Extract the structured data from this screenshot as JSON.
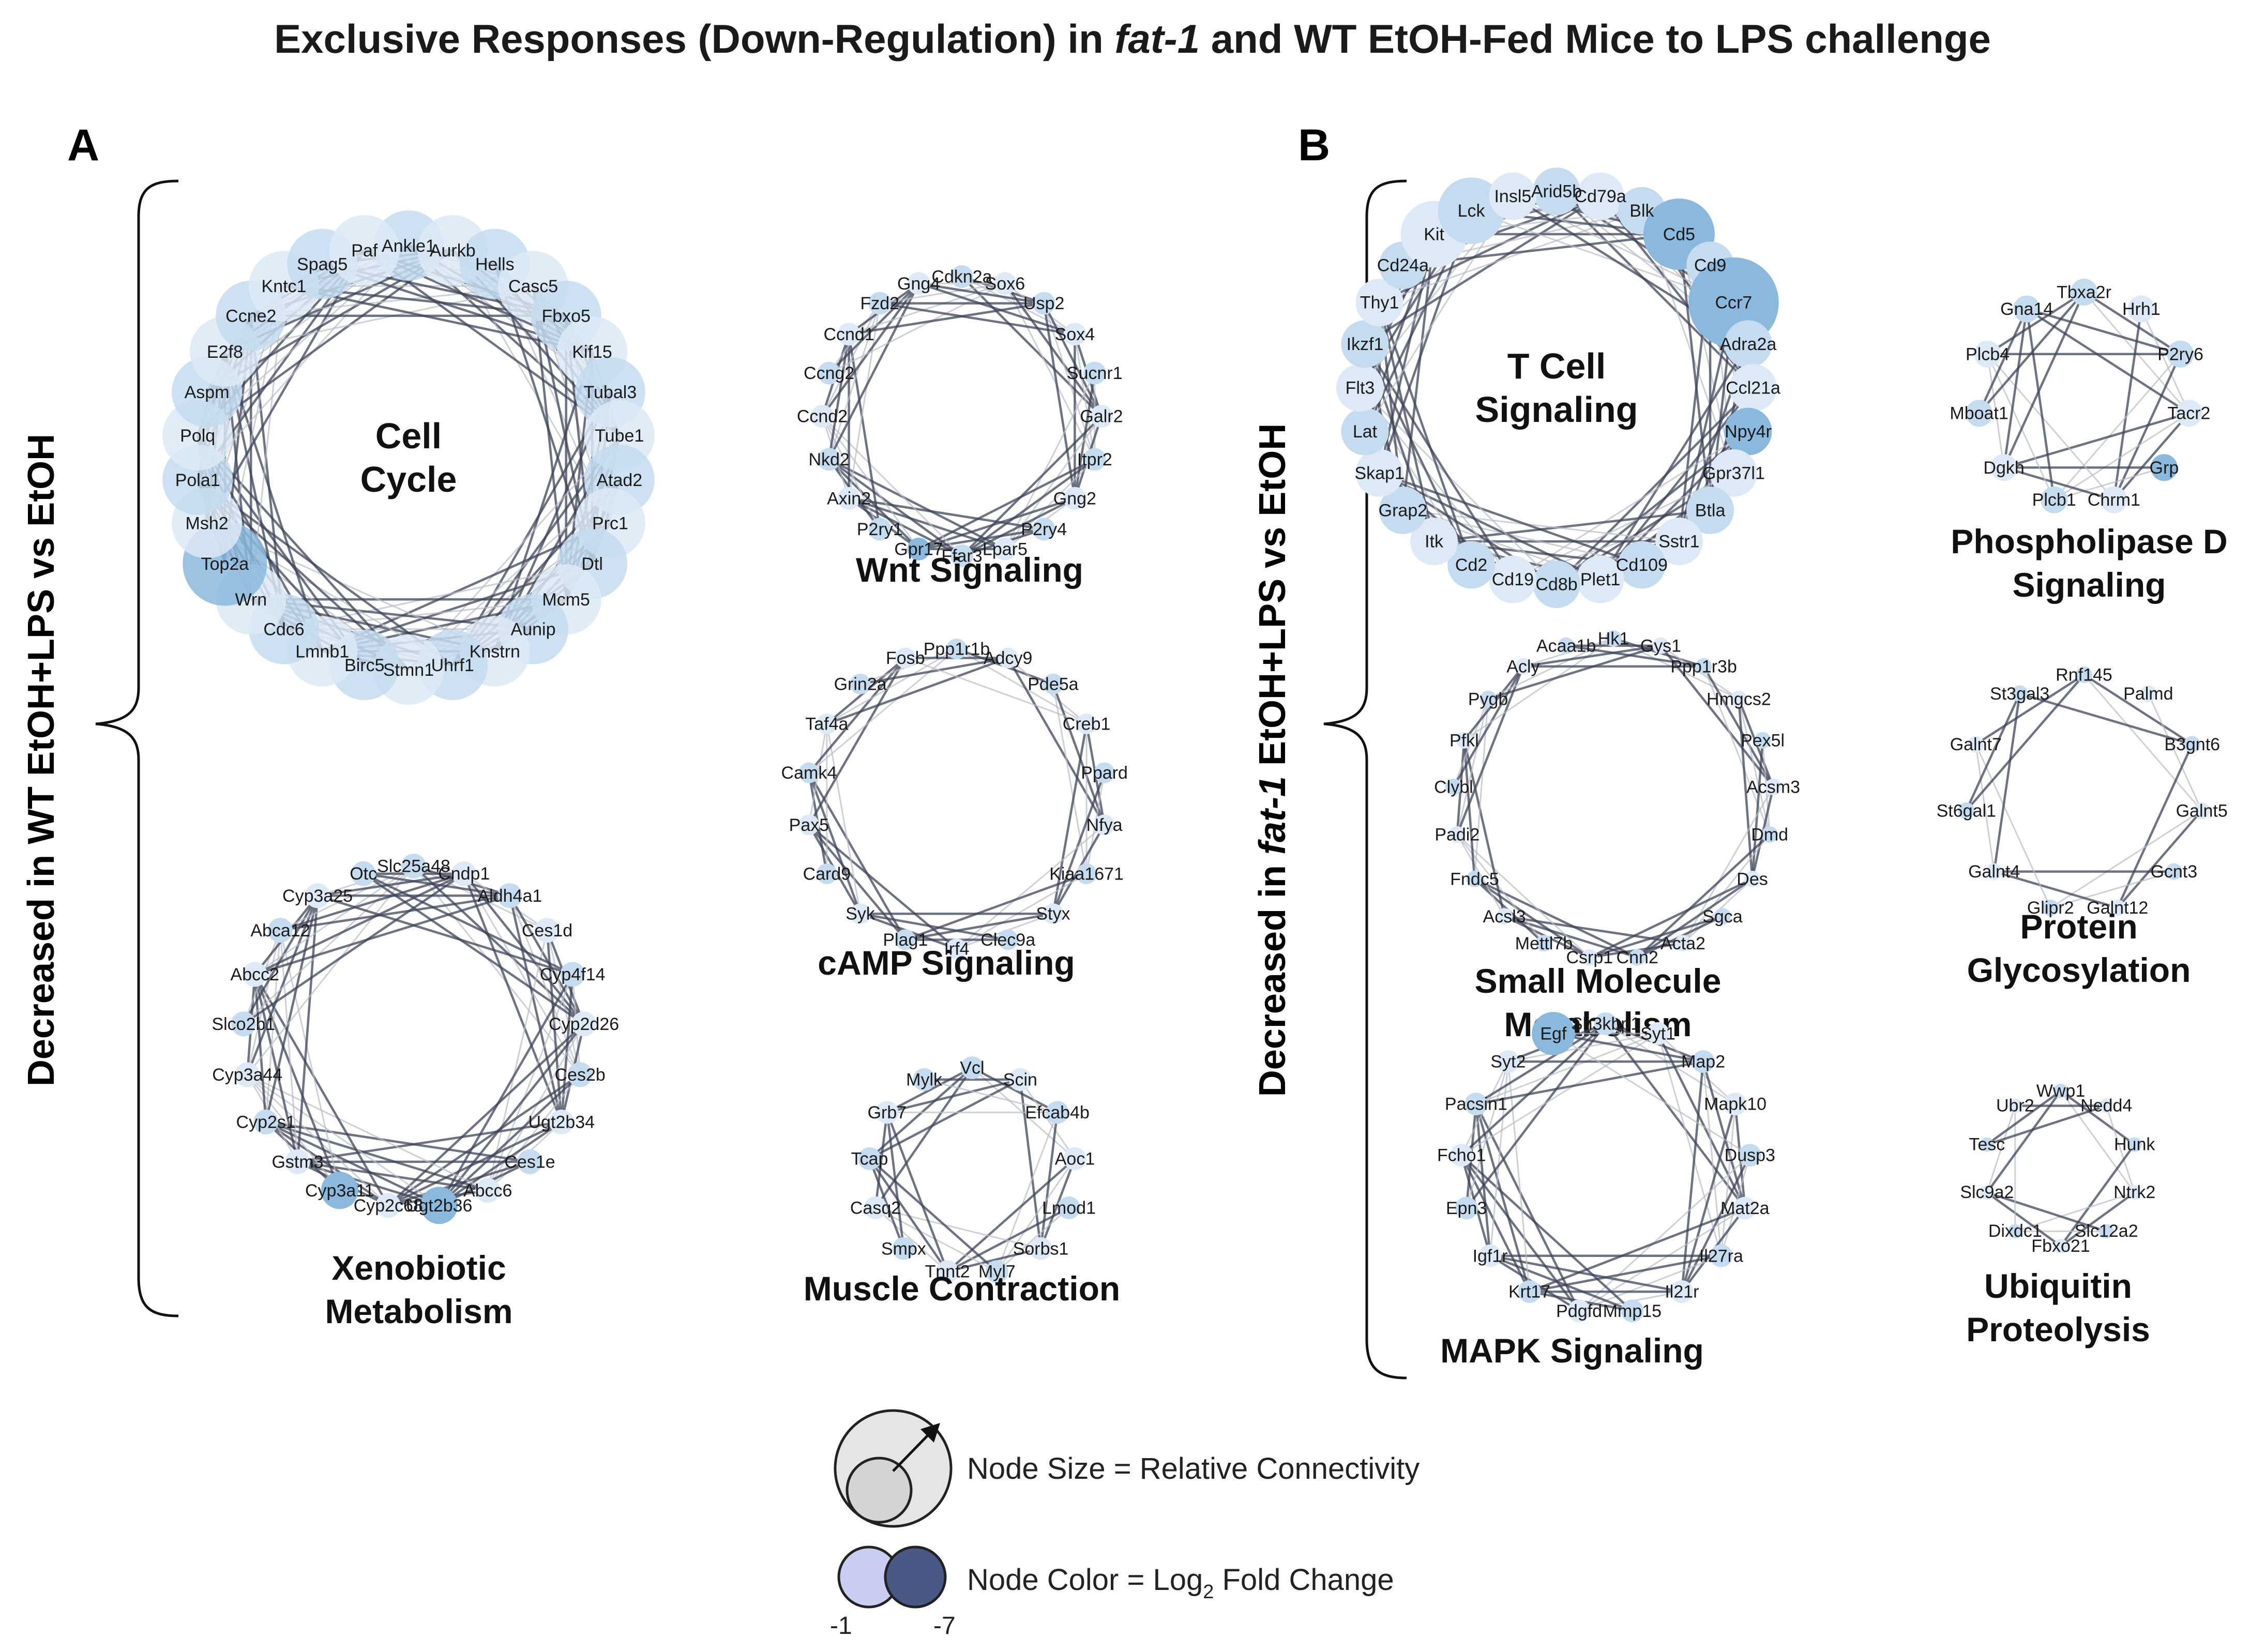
{
  "title": {
    "prefix": "Exclusive Responses (Down-Regulation) in ",
    "italic": "fat-1",
    "suffix": " and WT EtOH-Fed Mice to LPS challenge"
  },
  "panels": [
    {
      "letter": "A",
      "side_label": {
        "prefix": "Decreased in WT EtOH+LPS vs EtOH",
        "italic": "",
        "suffix": ""
      }
    },
    {
      "letter": "B",
      "side_label": {
        "prefix": "Decreased in ",
        "italic": "fat-1",
        "suffix": " EtOH+LPS vs EtOH"
      }
    }
  ],
  "colors": {
    "light": "#dde9f6",
    "mid": "#c5dcf0",
    "accent": "#8bb8dd",
    "edge": "#3d4458",
    "legend_low": "#c9cdf2",
    "legend_high": "#4a5886"
  },
  "clusters": [
    {
      "name": "Cell Cycle",
      "center_text": [
        "Cell",
        "Cycle"
      ],
      "caption": [],
      "nodes": [
        "Ankle1",
        "Aurkb",
        "Hells",
        "Casc5",
        "Fbxo5",
        "Kif15",
        "Tubal3",
        "Tube1",
        "Atad2",
        "Prc1",
        "Dtl",
        "Mcm5",
        "Aunip",
        "Knstrn",
        "Uhrf1",
        "Stmn1",
        "Birc5",
        "Lmnb1",
        "Cdc6",
        "Wrn",
        "Top2a",
        "Msh2",
        "Pola1",
        "Polq",
        "Aspm",
        "E2f8",
        "Ccne2",
        "Kntc1",
        "Spag5",
        "Paf"
      ]
    },
    {
      "name": "Xenobiotic Metabolism",
      "center_text": [],
      "caption": [
        "Xenobiotic",
        "Metabolism"
      ],
      "nodes": [
        "Slc25a48",
        "Cndp1",
        "Aldh4a1",
        "Ces1d",
        "Cyp4f14",
        "Cyp2d26",
        "Ces2b",
        "Ugt2b34",
        "Ces1e",
        "Abcc6",
        "Ugt2b36",
        "Cyp2c68",
        "Cyp3a11",
        "Gstm3",
        "Cyp2s1",
        "Cyp3a44",
        "Slco2b1",
        "Abcc2",
        "Abca12",
        "Cyp3a25",
        "Otc"
      ]
    },
    {
      "name": "Wnt Signaling",
      "center_text": [],
      "caption": [
        "Wnt Signaling"
      ],
      "nodes": [
        "Cdkn2a",
        "Sox6",
        "Usp2",
        "Sox4",
        "Sucnr1",
        "Galr2",
        "Itpr2",
        "Gng2",
        "P2ry4",
        "Lpar5",
        "Ffar3",
        "Gpr17",
        "P2ry1",
        "Axin2",
        "Nkd2",
        "Ccnd2",
        "Ccng2",
        "Ccnd1",
        "Fzd2",
        "Gng4"
      ]
    },
    {
      "name": "cAMP Signaling",
      "center_text": [],
      "caption": [
        "cAMP Signaling"
      ],
      "nodes": [
        "Ppp1r1b",
        "Adcy9",
        "Pde5a",
        "Creb1",
        "Ppard",
        "Nfya",
        "Kiaa1671",
        "Styx",
        "Clec9a",
        "Irf4",
        "Plag1",
        "Syk",
        "Card9",
        "Pax5",
        "Camk4",
        "Taf4a",
        "Grin2a",
        "Fosb"
      ]
    },
    {
      "name": "Muscle Contraction",
      "center_text": [],
      "caption": [
        "Muscle Contraction"
      ],
      "nodes": [
        "Vcl",
        "Scin",
        "Efcab4b",
        "Aoc1",
        "Lmod1",
        "Sorbs1",
        "Myl7",
        "Tnnt2",
        "Smpx",
        "Casq2",
        "Tcap",
        "Grb7",
        "Mylk"
      ]
    },
    {
      "name": "T Cell Signaling",
      "center_text": [
        "T Cell",
        "Signaling"
      ],
      "caption": [],
      "nodes": [
        "Arid5b",
        "Cd79a",
        "Blk",
        "Cd5",
        "Cd9",
        "Ccr7",
        "Adra2a",
        "Ccl21a",
        "Npy4r",
        "Gpr37l1",
        "Btla",
        "Sstr1",
        "Cd109",
        "Plet1",
        "Cd8b",
        "Cd19",
        "Cd2",
        "Itk",
        "Grap2",
        "Skap1",
        "Lat",
        "Flt3",
        "Ikzf1",
        "Thy1",
        "Cd24a",
        "Kit",
        "Lck",
        "Insl5"
      ]
    },
    {
      "name": "Phospholipase D Signaling",
      "center_text": [],
      "caption": [
        "Phospholipase D",
        "Signaling"
      ],
      "nodes": [
        "Tbxa2r",
        "Hrh1",
        "P2ry6",
        "Tacr2",
        "Grp",
        "Chrm1",
        "Plcb1",
        "Dgkh",
        "Mboat1",
        "Plcb4",
        "Gna14"
      ]
    },
    {
      "name": "Small Molecule Metabolism",
      "center_text": [],
      "caption": [
        "Small Molecule",
        "Metabolism"
      ],
      "nodes": [
        "Hk1",
        "Gys1",
        "Ppp1r3b",
        "Hmgcs2",
        "Pex5l",
        "Acsm3",
        "Dmd",
        "Des",
        "Sgca",
        "Acta2",
        "Cnn2",
        "Csrp1",
        "Mettl7b",
        "Acsl3",
        "Fndc5",
        "Padi2",
        "Clybl",
        "Pfkl",
        "Pygb",
        "Acly",
        "Acaa1b"
      ]
    },
    {
      "name": "Protein Glycosylation",
      "center_text": [],
      "caption": [
        "Protein",
        "Glycosylation"
      ],
      "nodes": [
        "Rnf145",
        "Palmd",
        "B3gnt6",
        "Galnt5",
        "Gcnt3",
        "Galnt12",
        "Glipr2",
        "Galnt4",
        "St6gal1",
        "Galnt7",
        "St3gal3"
      ]
    },
    {
      "name": "MAPK Signaling",
      "center_text": [],
      "caption": [
        "MAPK Signaling"
      ],
      "nodes": [
        "Sh3kbp1",
        "Syt1",
        "Map2",
        "Mapk10",
        "Dusp3",
        "Mat2a",
        "Il27ra",
        "Il21r",
        "Mmp15",
        "Pdgfd",
        "Krt17",
        "Igf1r",
        "Epn3",
        "Fcho1",
        "Pacsin1",
        "Syt2",
        "Egf"
      ]
    },
    {
      "name": "Ubiquitin Proteolysis",
      "center_text": [],
      "caption": [
        "Ubiquitin",
        "Proteolysis"
      ],
      "nodes": [
        "Wwp1",
        "Nedd4",
        "Hunk",
        "Ntrk2",
        "Slc12a2",
        "Fbxo21",
        "Dixdc1",
        "Slc9a2",
        "Tesc",
        "Ubr2"
      ]
    }
  ],
  "legend": {
    "size_text": "Node Size = Relative Connectivity",
    "color_prefix": "Node Color = Log",
    "color_sub": "2",
    "color_suffix": " Fold Change",
    "tick_low": "-1",
    "tick_high": "-7"
  }
}
